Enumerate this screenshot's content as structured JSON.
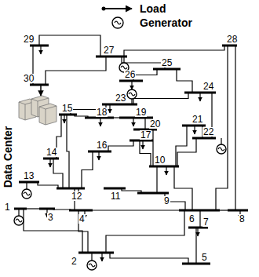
{
  "diagram": {
    "labels": [
      "Data Center",
      "1",
      "2",
      "3",
      "4",
      "5",
      "6",
      "7",
      "8",
      "9",
      "10",
      "11",
      "12",
      "13",
      "14",
      "15",
      "16",
      "17",
      "18",
      "19",
      "20",
      "21",
      "22",
      "23",
      "24",
      "25",
      "26",
      "27",
      "28",
      "29",
      "30"
    ],
    "legend": [
      {
        "text": "Load"
      },
      {
        "text": "Generator"
      }
    ]
  }
}
